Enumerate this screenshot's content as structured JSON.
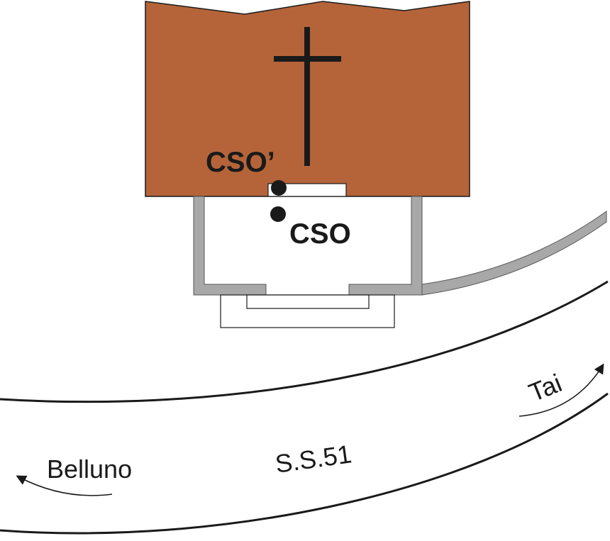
{
  "labels": {
    "cso_prime": "CSO’",
    "cso": "CSO",
    "road": "S.S.51",
    "left_direction": "Belluno",
    "right_direction": "Tai"
  },
  "colors": {
    "church_fill": "#B5643A",
    "outline": "#1a1a1a",
    "wall_gray": "#a8a8a8",
    "background": "#ffffff"
  },
  "icons": {
    "cross": "cross-icon",
    "left_arrow": "curved-arrow-left-icon",
    "right_arrow": "curved-arrow-right-icon"
  }
}
